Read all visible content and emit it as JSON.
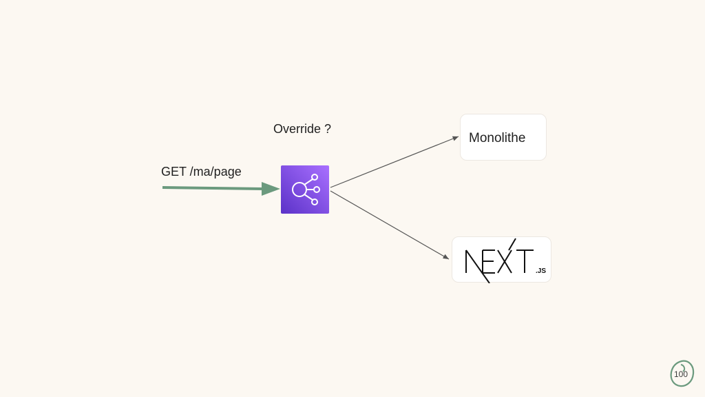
{
  "diagram": {
    "request_label": "GET /ma/page",
    "question_label": "Override ?",
    "load_balancer_icon": "elastic-load-balancer-icon",
    "targets": {
      "monolith_label": "Monolithe",
      "nextjs_logo_text": "NEXT",
      "nextjs_logo_suffix": ".JS"
    }
  },
  "colors": {
    "background": "#fcf8f2",
    "request_arrow": "#6b9a7e",
    "load_balancer_top": "#a970ff",
    "load_balancer_bottom": "#5b32c8",
    "connector": "#555555"
  },
  "footer": {
    "page_number": "100",
    "logo_icon": "leaf-logo-icon"
  }
}
